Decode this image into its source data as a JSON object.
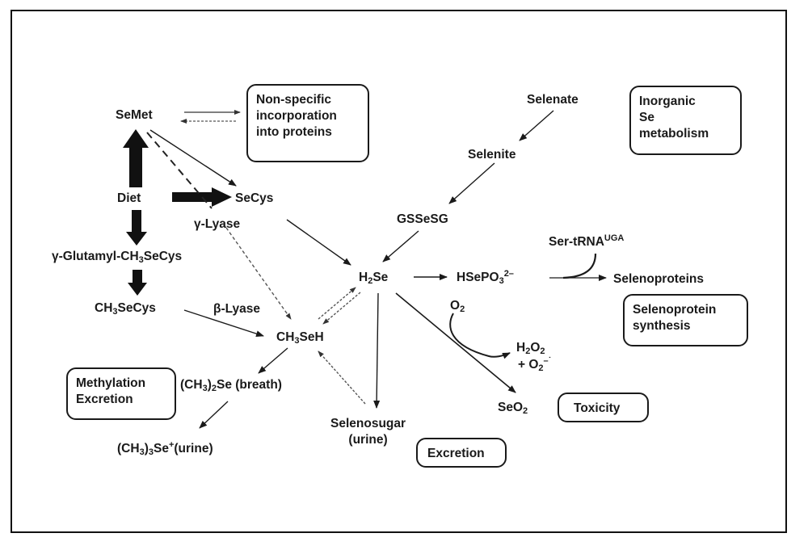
{
  "title": "Selenium metabolism pathways",
  "nodes": {
    "semet": "SeMet",
    "diet": "Diet",
    "secys": "SeCys",
    "gamma_lyase": "γ-Lyase",
    "gamma_glutamyl": {
      "pre": "γ-Glutamyl-CH",
      "sub": "3",
      "post": "SeCys"
    },
    "ch3secys": {
      "pre": "CH",
      "sub": "3",
      "post": "SeCys"
    },
    "beta_lyase": "β-Lyase",
    "ch3seh": {
      "pre": "CH",
      "sub": "3",
      "post": "SeH"
    },
    "dimethylselenide": {
      "pre": "(CH",
      "sub": "3",
      "mid": ")",
      "sub2": "2",
      "post": "Se (breath)"
    },
    "trimethylselenonium": {
      "pre": "(CH",
      "sub": "3",
      "mid": ")",
      "sub2": "3",
      "post": "Se",
      "sup": "+",
      "post2": "(urine)"
    },
    "selenate": "Selenate",
    "selenite": "Selenite",
    "gssesg": "GSSeSG",
    "h2se": {
      "pre": "H",
      "sub": "2",
      "post": "Se"
    },
    "hsepo3": {
      "pre": "HSePO",
      "sub": "3",
      "sup": "2–"
    },
    "ser_trna": {
      "pre": "Ser-tRNA",
      "sup": "UGA"
    },
    "selenoproteins": "Selenoproteins",
    "o2": {
      "pre": "O",
      "sub": "2"
    },
    "h2o2": {
      "pre": "H",
      "sub": "2",
      "mid": "O",
      "sub2": "2"
    },
    "superoxide": {
      "pre": "+ O",
      "sub": "2",
      "sup": "–˙"
    },
    "seo2": {
      "pre": "SeO",
      "sub": "2"
    },
    "selenosugar": [
      "Selenosugar",
      "(urine)"
    ]
  },
  "boxes": {
    "nonspecific": [
      "Non-specific",
      "incorporation",
      "into proteins"
    ],
    "inorganic": [
      "Inorganic",
      "Se",
      "metabolism"
    ],
    "selenoprotein_synthesis": [
      "Selenoprotein",
      "synthesis"
    ],
    "methylation_excretion": [
      "Methylation",
      "Excretion"
    ],
    "toxicity": [
      "Toxicity"
    ],
    "excretion": [
      "Excretion"
    ]
  }
}
